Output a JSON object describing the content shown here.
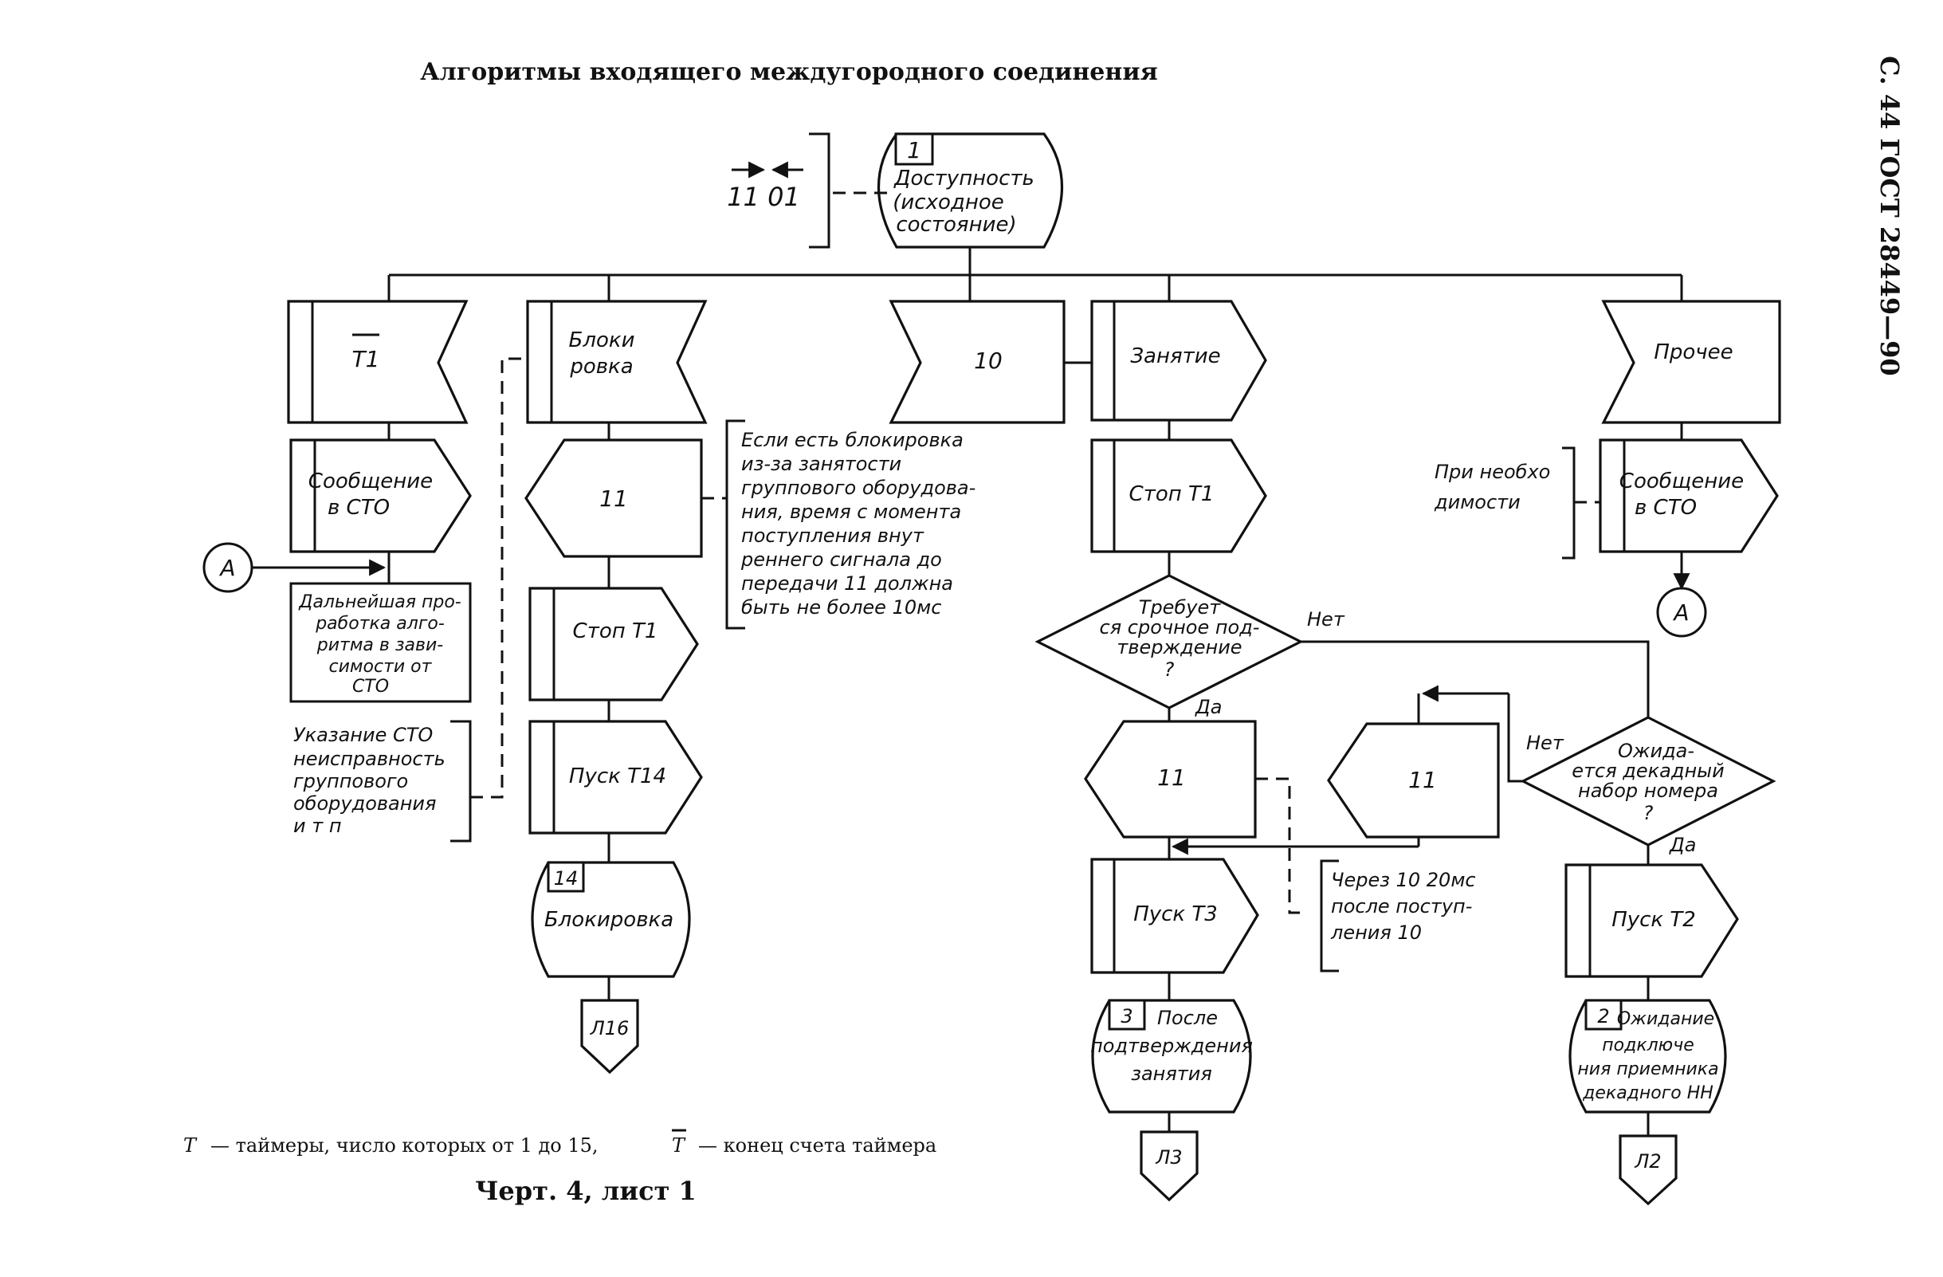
{
  "title": "Алгоритмы входящего междугородного соединения",
  "page_header": "С. 44 ГОСТ 28449—90",
  "footnote": {
    "t1": "T",
    "t2": "— таймеры, число которых от 1 до 15,",
    "t3": "T",
    "t4": "— конец счета таймера"
  },
  "caption": "Черт. 4, лист 1",
  "top_signal": "11 01",
  "state1": {
    "num": "1",
    "lines": [
      "Доступность",
      "(исходное",
      "состояние)"
    ]
  },
  "branch_t1": {
    "input": "T1",
    "msg": [
      "Сообщение",
      "в СТО"
    ],
    "note": [
      "Дальнейшая про-",
      "работка алго-",
      "ритма в зави-",
      "симости от",
      "СТО"
    ],
    "note2": [
      "Указание СТО",
      "неисправность",
      "группового",
      "оборудования",
      "и т п"
    ]
  },
  "connector_a": "A",
  "branch_block": {
    "input": [
      "Блоки",
      "ровка"
    ],
    "out11": "11",
    "stop": "Стоп Т1",
    "start": "Пуск Т14",
    "state_num": "14",
    "state": "Блокировка",
    "goto": "Л16",
    "note": [
      "Если есть блокировка",
      "из-за занятости",
      "группового оборудова-",
      "ния, время с момента",
      "поступления внут",
      "реннего сигнала до",
      "передачи 11 должна",
      "быть не более 10мс"
    ]
  },
  "branch_10": {
    "input": "10"
  },
  "branch_seize": {
    "input": "Занятие",
    "stop": "Стоп Т1",
    "decision": [
      "Требует",
      "ся срочное под-",
      "тверждение",
      "?"
    ],
    "yes": "Да",
    "no": "Нет",
    "out11": "11",
    "out11b": "11",
    "note": [
      "Через 10 20мс",
      "после поступ-",
      "ления 10"
    ],
    "start": "Пуск Т3",
    "state_num": "3",
    "state": [
      "После",
      "подтверждения",
      "занятия"
    ],
    "goto": "Л3"
  },
  "branch_other": {
    "input": "Прочее",
    "msg": [
      "Сообщение",
      "в СТО"
    ],
    "note": [
      "При необхо",
      "димости"
    ],
    "decision": [
      "Ожида-",
      "ется декадный",
      "набор номера",
      "?"
    ],
    "yes": "Да",
    "no": "Нет",
    "start": "Пуск Т2",
    "state_num": "2",
    "state": [
      "Ожидание",
      "подключе",
      "ния приемника",
      "декадного НН"
    ],
    "goto": "Л2"
  }
}
